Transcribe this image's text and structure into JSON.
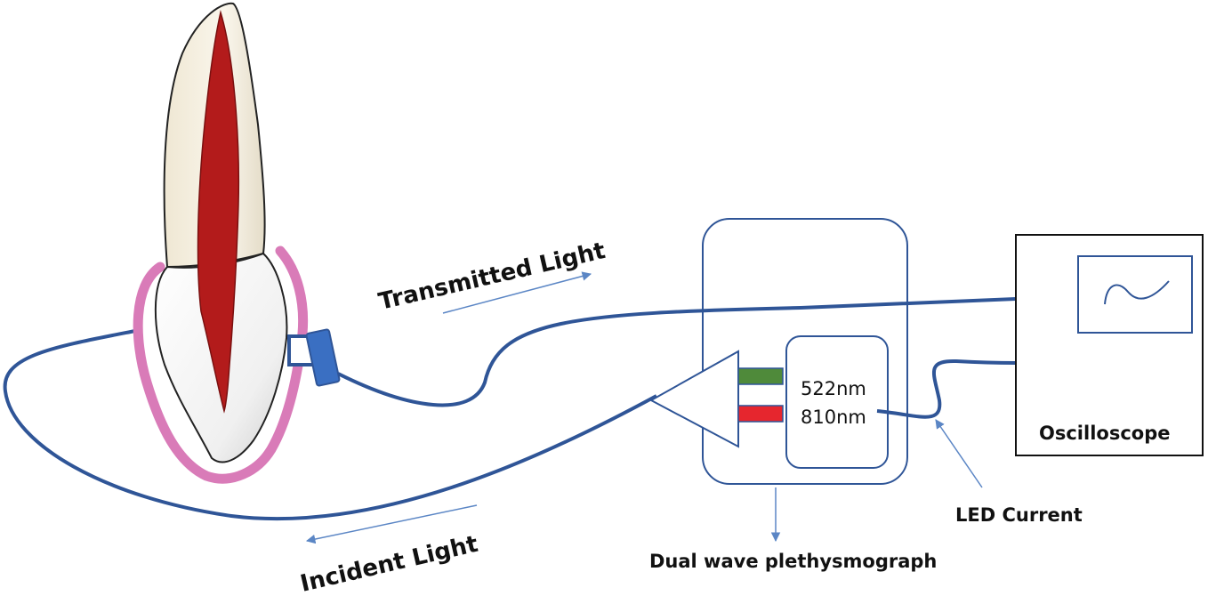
{
  "labels": {
    "transmitted_light": "Transmitted Light",
    "incident_light": "Incident Light",
    "wavelength_1": "522nm",
    "wavelength_2": "810nm",
    "device": "Dual wave plethysmograph",
    "oscilloscope": "Oscilloscope",
    "led_current": "LED Current"
  },
  "colors": {
    "fiber": "#2f5597",
    "gingiva": "#d97bb8",
    "pulp": "#b31b1b",
    "crown": "#f4eee0",
    "led_green": "#4f8a3a",
    "led_red": "#e6262e",
    "probe": "#3a6fc2",
    "outline": "#2f5597",
    "arrow": "#5b86c5"
  },
  "icons": {
    "tooth": "tooth-icon",
    "probe": "probe-icon",
    "waveform": "waveform-icon"
  }
}
